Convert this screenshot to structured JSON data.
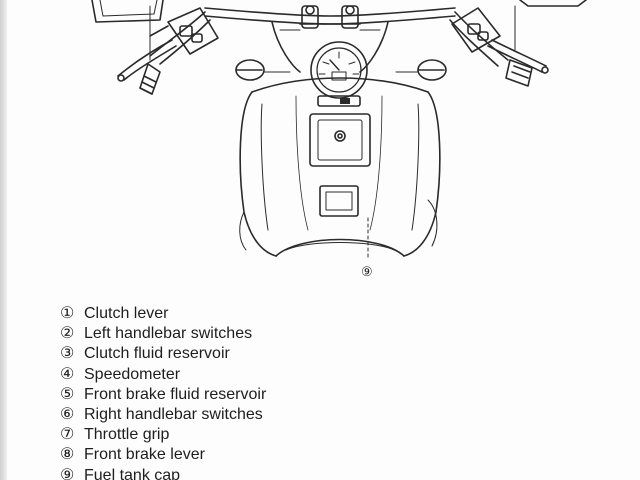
{
  "diagram": {
    "callout_label": "⑨"
  },
  "legend": {
    "items": [
      {
        "number": "①",
        "label": "Clutch lever"
      },
      {
        "number": "②",
        "label": "Left handlebar switches"
      },
      {
        "number": "③",
        "label": "Clutch fluid reservoir"
      },
      {
        "number": "④",
        "label": "Speedometer"
      },
      {
        "number": "⑤",
        "label": "Front brake fluid reservoir"
      },
      {
        "number": "⑥",
        "label": "Right handlebar switches"
      },
      {
        "number": "⑦",
        "label": "Throttle grip"
      },
      {
        "number": "⑧",
        "label": "Front brake lever"
      },
      {
        "number": "⑨",
        "label": "Fuel tank cap"
      }
    ]
  }
}
